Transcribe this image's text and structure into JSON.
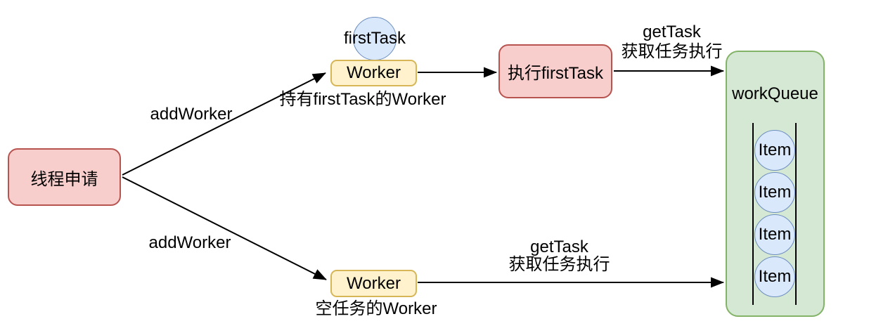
{
  "nodes": {
    "thread_request": {
      "label": "线程申请"
    },
    "first_task": {
      "label": "firstTask"
    },
    "worker_top": {
      "label": "Worker",
      "caption": "持有firstTask的Worker"
    },
    "worker_bottom": {
      "label": "Worker",
      "caption": "空任务的Worker"
    },
    "execute_first_task": {
      "label": "执行firstTask"
    },
    "work_queue": {
      "label": "workQueue",
      "items": [
        "Item",
        "Item",
        "Item",
        "Item"
      ]
    }
  },
  "edges": {
    "add_worker_top": {
      "label": "addWorker"
    },
    "add_worker_bottom": {
      "label": "addWorker"
    },
    "get_task_top": {
      "line1": "getTask",
      "line2": "获取任务执行"
    },
    "get_task_bottom": {
      "line1": "getTask",
      "line2": "获取任务执行"
    }
  },
  "colors": {
    "node_red_fill": "#f8cecc",
    "node_red_stroke": "#b85450",
    "node_yellow_fill": "#fff2cc",
    "node_yellow_stroke": "#d6b656",
    "node_blue_fill": "#dae8fc",
    "node_blue_stroke": "#6c8ebf",
    "node_green_fill": "#d5e8d4",
    "node_green_stroke": "#82b366",
    "arrow": "#000000"
  }
}
